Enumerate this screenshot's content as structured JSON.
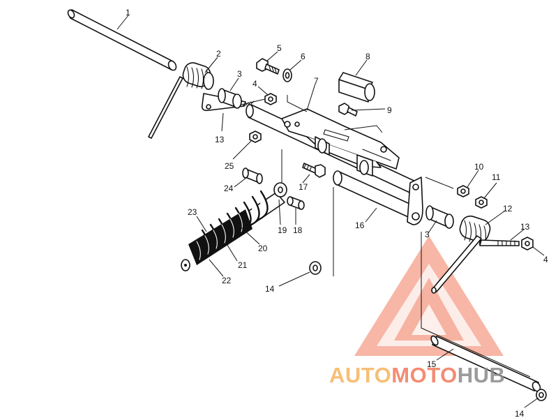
{
  "callouts": [
    {
      "text": "1"
    },
    {
      "text": "2"
    },
    {
      "text": "3"
    },
    {
      "text": "4"
    },
    {
      "text": "5"
    },
    {
      "text": "6"
    },
    {
      "text": "7"
    },
    {
      "text": "8"
    },
    {
      "text": "9"
    },
    {
      "text": "13"
    },
    {
      "text": "25"
    },
    {
      "text": "24"
    },
    {
      "text": "17"
    },
    {
      "text": "23"
    },
    {
      "text": "19"
    },
    {
      "text": "18"
    },
    {
      "text": "20"
    },
    {
      "text": "21"
    },
    {
      "text": "22"
    },
    {
      "text": "16"
    },
    {
      "text": "14"
    },
    {
      "text": "10"
    },
    {
      "text": "11"
    },
    {
      "text": "12"
    },
    {
      "text": "3"
    },
    {
      "text": "13"
    },
    {
      "text": "4"
    },
    {
      "text": "15"
    },
    {
      "text": "14"
    }
  ],
  "watermark": {
    "part1": "AUTO",
    "part2": "MOTO",
    "part3": "HUB",
    "color_primary": "#f07a5c",
    "color_secondary": "#f6b55f",
    "color_hub": "#8a8a8a"
  }
}
